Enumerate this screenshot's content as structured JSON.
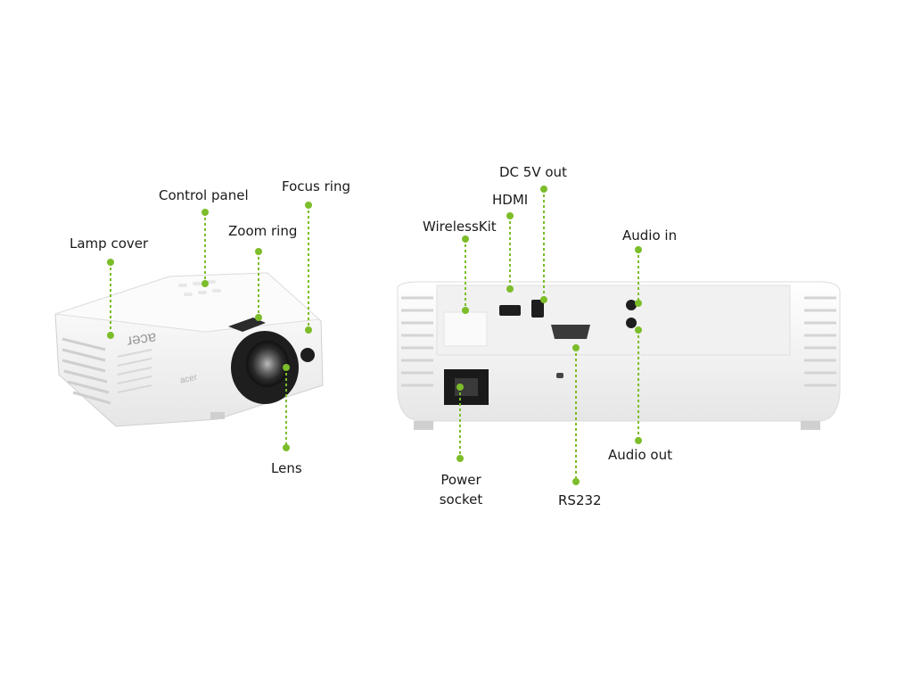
{
  "labels": {
    "lamp_cover": "Lamp cover",
    "control_panel": "Control panel",
    "zoom_ring": "Zoom ring",
    "focus_ring": "Focus ring",
    "lens": "Lens",
    "wireless_kit": "WirelessKit",
    "hdmi": "HDMI",
    "dc_5v_out": "DC 5V out",
    "audio_in": "Audio in",
    "audio_out": "Audio out",
    "power_socket_line1": "Power",
    "power_socket_line2": "socket",
    "rs232": "RS232"
  },
  "colors": {
    "callout": "#7cbd2a",
    "body": "#f4f4f4",
    "body_shadow": "#d9d9d9",
    "lens_dark": "#1e1e1e"
  },
  "logo_text": "acer"
}
